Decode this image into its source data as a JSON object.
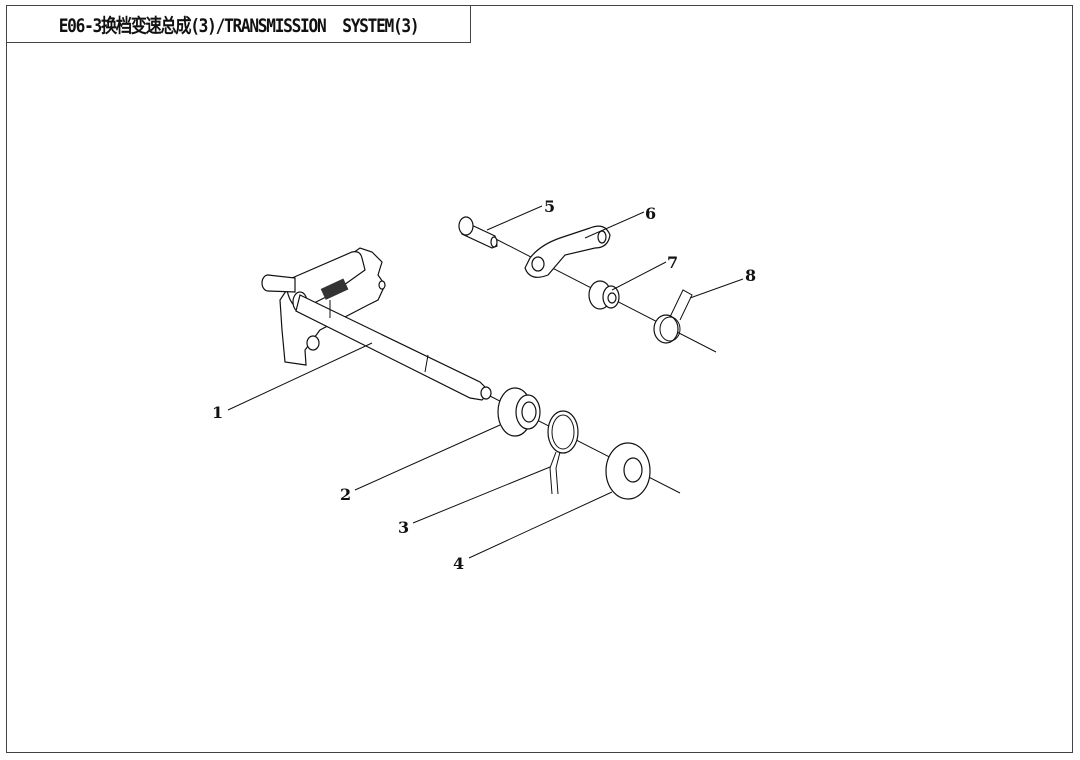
{
  "title": "E06-3换档变速总成(3)/TRANSMISSION  SYSTEM(3)",
  "callouts": [
    "1",
    "2",
    "3",
    "4",
    "5",
    "6",
    "7",
    "8"
  ]
}
